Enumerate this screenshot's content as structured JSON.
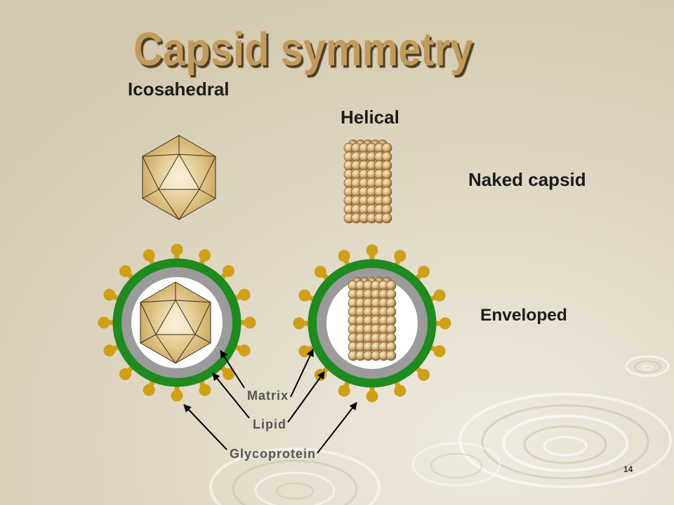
{
  "slide": {
    "title": "Capsid symmetry",
    "column_labels": {
      "icosahedral": "Icosahedral",
      "helical": "Helical"
    },
    "row_labels": {
      "naked": "Naked capsid",
      "enveloped": "Enveloped"
    },
    "part_labels": {
      "matrix": "Matrix",
      "lipid": "Lipid",
      "glycoprotein": "Glycoprotein"
    },
    "slide_number": "14"
  },
  "colors": {
    "title": "#c29b5c",
    "lipid_envelope": "#1f8a1f",
    "matrix": "#9b9b9b",
    "glycoprotein": "#cf9f16",
    "arrow": "#000000"
  }
}
